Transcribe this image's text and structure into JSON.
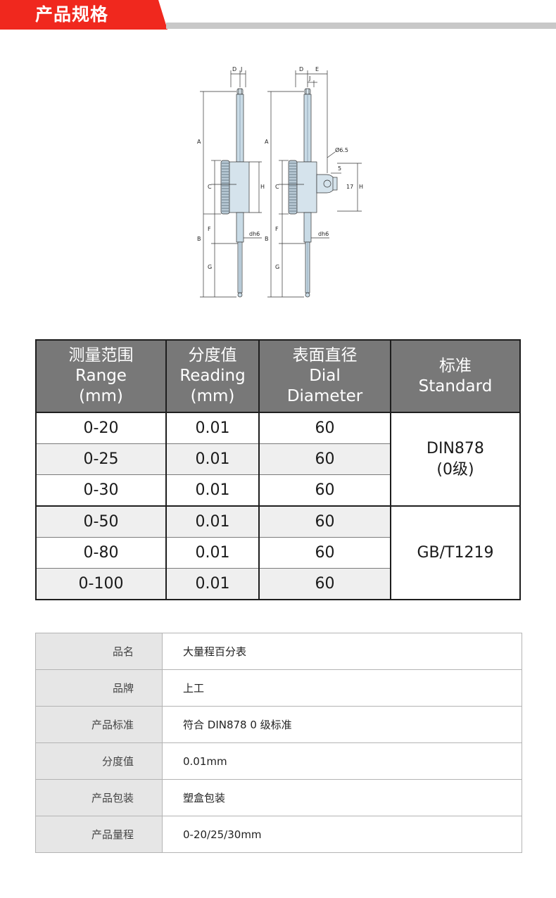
{
  "banner": {
    "title": "产品规格",
    "accent": "#f0281e"
  },
  "drawing": {
    "labels": {
      "D": "D",
      "J": "J",
      "E": "E",
      "A": "A",
      "B": "B",
      "C": "C",
      "H": "H",
      "F": "F",
      "G": "G",
      "dh6": "dh6",
      "hole": "Ø6.5",
      "five": "5",
      "seventeen": "17"
    }
  },
  "spec_table": {
    "headers": [
      [
        "测量范围",
        "Range",
        "(mm)"
      ],
      [
        "分度值",
        "Reading",
        "(mm)"
      ],
      [
        "表面直径",
        "Dial",
        "Diameter"
      ],
      [
        "标准",
        "Standard"
      ]
    ],
    "rows": [
      [
        "0-20",
        "0.01",
        "60"
      ],
      [
        "0-25",
        "0.01",
        "60"
      ],
      [
        "0-30",
        "0.01",
        "60"
      ],
      [
        "0-50",
        "0.01",
        "60"
      ],
      [
        "0-80",
        "0.01",
        "60"
      ],
      [
        "0-100",
        "0.01",
        "60"
      ]
    ],
    "standards": [
      [
        "DIN878",
        "(0级)"
      ],
      [
        "GB/T1219"
      ]
    ]
  },
  "info_table": [
    [
      "品名",
      "大量程百分表"
    ],
    [
      "品牌",
      "上工"
    ],
    [
      "产品标准",
      "符合 DIN878 0 级标准"
    ],
    [
      "分度值",
      "0.01mm"
    ],
    [
      "产品包装",
      "塑盒包装"
    ],
    [
      "产品量程",
      "0-20/25/30mm"
    ]
  ]
}
